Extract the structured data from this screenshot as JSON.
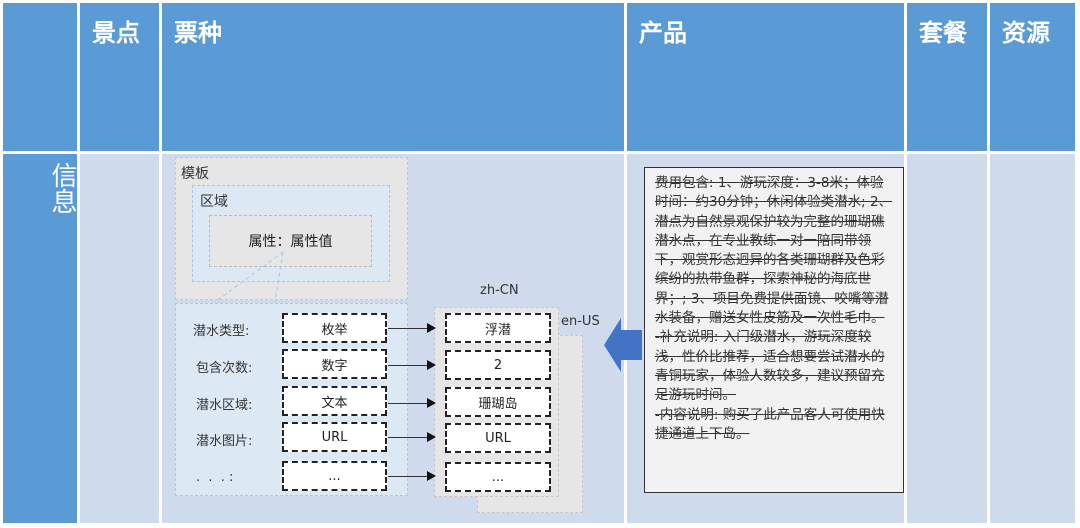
{
  "header": {
    "columns": [
      "",
      "景点",
      "票种",
      "产品",
      "套餐",
      "资源"
    ]
  },
  "row": {
    "label": "信息"
  },
  "template": {
    "title": "模板",
    "region": "区域",
    "attr": "属性：属性值",
    "fields": [
      {
        "label": "潜水类型:",
        "type": "枚举",
        "zh": "浮潜"
      },
      {
        "label": "包含次数:",
        "type": "数字",
        "zh": "2"
      },
      {
        "label": "潜水区域:",
        "type": "文本",
        "zh": "珊瑚岛"
      },
      {
        "label": "潜水图片:",
        "type": "URL",
        "zh": "URL"
      },
      {
        "label": ".  .  . :",
        "type": "...",
        "zh": "..."
      }
    ],
    "locale_zh": "zh-CN",
    "locale_en": "en-US"
  },
  "product_text": [
    "费用包含: 1、游玩深度：3-8米；体验时间：约30分钟；休闲体验类潜水; 2、潜点为自然景观保护较为完整的珊瑚礁潜水点，在专业教练一对一陪同带领下，观赏形态迥异的各类珊瑚群及色彩缤纷的热带鱼群，探索神秘的海底世界；; 3、项目免费提供面镜、咬嘴等潜水装备，赠送女性皮筋及一次性毛巾。",
    "-补充说明: 入门级潜水，游玩深度较浅，性价比推荐，适合想要尝试潜水的青铜玩家，体验人数较多，建议预留充足游玩时间。",
    "-内容说明: 购买了此产品客人可使用快捷通道上下岛。"
  ],
  "colors": {
    "header": "#5b9bd5",
    "body": "#cfdbed",
    "arrow": "#4472c4"
  }
}
